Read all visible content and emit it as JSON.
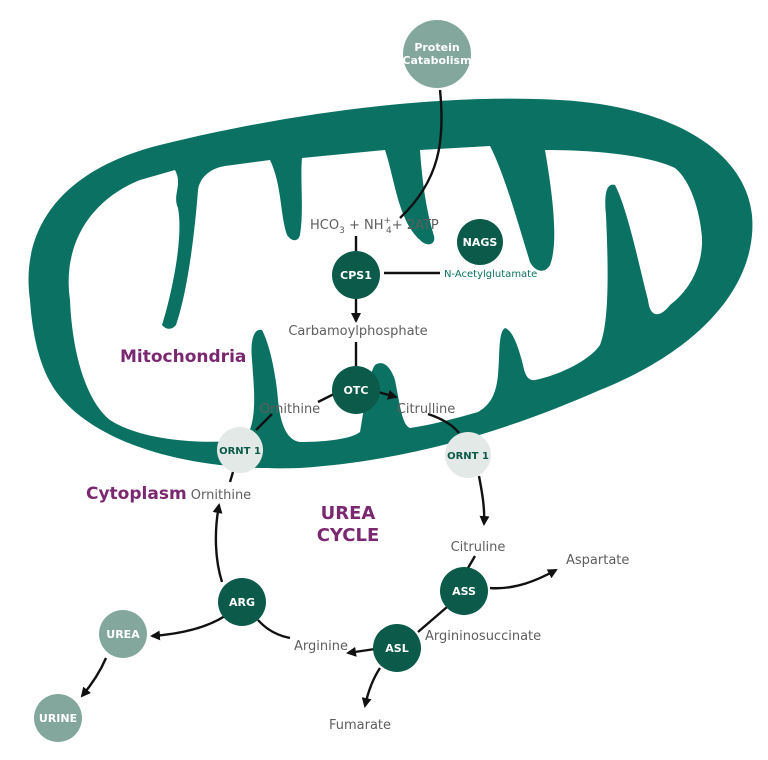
{
  "colors": {
    "mito": "#0b7162",
    "node_dark": "#0c5a4a",
    "node_light": "#e3e9e7",
    "node_gray": "#83a79d",
    "purple": "#7a2870",
    "text": "#5e5e5e",
    "arrow": "#111111",
    "nacetyl": "#0b7162"
  },
  "nodes": {
    "protein": [
      "Protein",
      "Catabolism"
    ],
    "nags": "NAGS",
    "cps1": "CPS1",
    "otc": "OTC",
    "ornt1_left": "ORNT 1",
    "ornt1_right": "ORNT 1",
    "arg": "ARG",
    "ass": "ASS",
    "asl": "ASL",
    "urea": "UREA",
    "urine": "URINE"
  },
  "labels": {
    "hco3": {
      "a": "HCO",
      "s1": "3",
      "b": " + NH",
      "sup": "+",
      "s2": "4",
      "c": "+ 2ATP"
    },
    "n_acetyl": "N-Acetylglutamate",
    "carbamoyl": "Carbamoylphosphate",
    "mitochondria": "Mitochondria",
    "cytoplasm": "Cytoplasm",
    "ornithine_in": "Ornithine",
    "citrulline_in": "Citrulline",
    "ornithine_out": "Ornithine",
    "urea_cycle_1": "UREA",
    "urea_cycle_2": "CYCLE",
    "citruline": "Citruline",
    "aspartate": "Aspartate",
    "argininosuccinate": "Argininosuccinate",
    "arginine": "Arginine",
    "fumarate": "Fumarate"
  }
}
